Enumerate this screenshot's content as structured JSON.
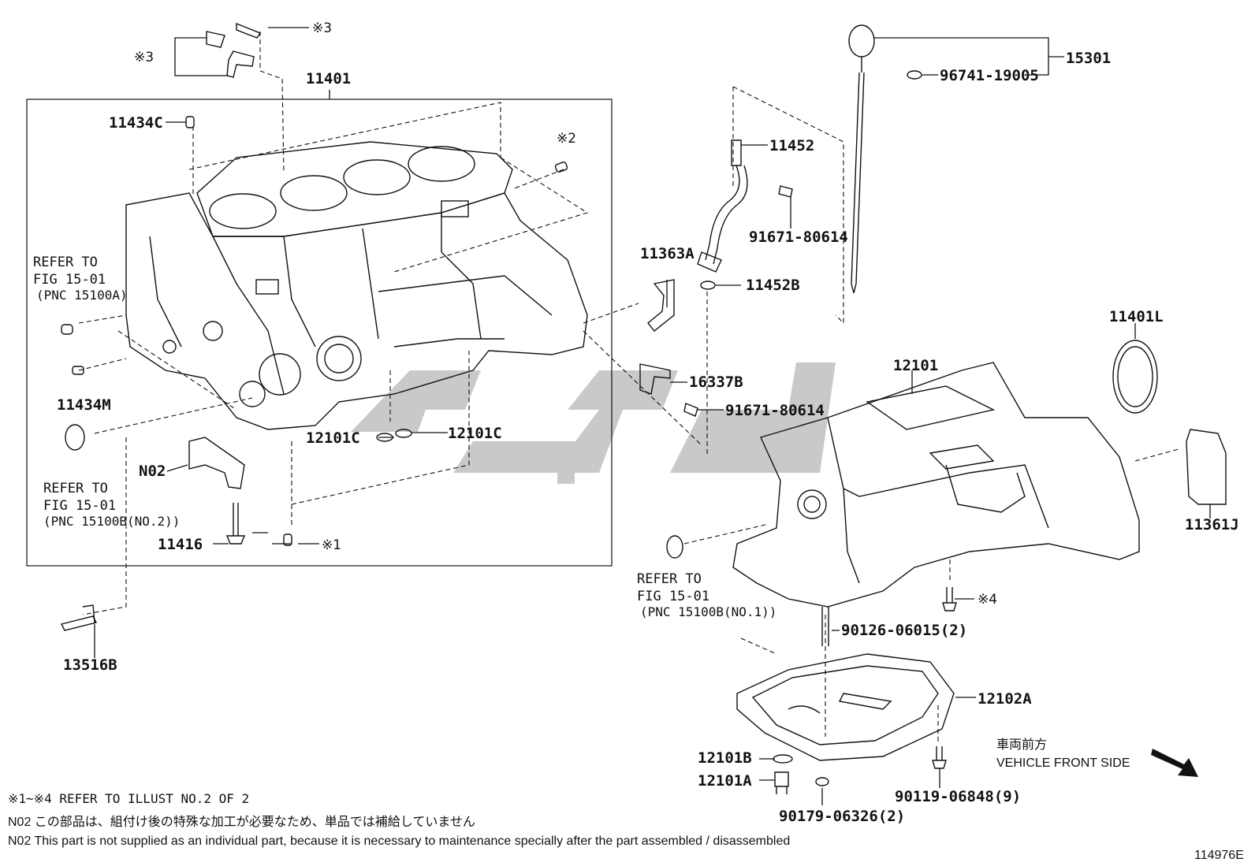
{
  "diagram_id": "114976E",
  "part_labels": {
    "p11401": "11401",
    "p11434C": "11434C",
    "p11434M": "11434M",
    "p11416": "11416",
    "pN02": "N02",
    "p13516B": "13516B",
    "p12101C_a": "12101C",
    "p12101C_b": "12101C",
    "p11363A": "11363A",
    "p11452": "11452",
    "p11452B": "11452B",
    "p91671_a": "91671-80614",
    "p91671_b": "91671-80614",
    "p16337B": "16337B",
    "p15301": "15301",
    "p96741": "96741-19005",
    "p12101": "12101",
    "p11401L": "11401L",
    "p11361J": "11361J",
    "p90126": "90126-06015(2)",
    "p12102A": "12102A",
    "p12101B": "12101B",
    "p12101A": "12101A",
    "p90179": "90179-06326(2)",
    "p90119": "90119-06848(9)"
  },
  "ref_marks": {
    "m1": "※1",
    "m2": "※2",
    "m3a": "※3",
    "m3b": "※3",
    "m4": "※4"
  },
  "fig_refs": {
    "a": {
      "line1": "REFER TO",
      "line2": "FIG 15-01",
      "line3": "(PNC 15100A)"
    },
    "b": {
      "line1": "REFER TO",
      "line2": "FIG 15-01",
      "line3": "(PNC 15100B(NO.2))"
    },
    "c": {
      "line1": "REFER TO",
      "line2": "FIG 15-01",
      "line3": "(PNC 15100B(NO.1))"
    }
  },
  "vehicle_front": {
    "jp": "車両前方",
    "en": "VEHICLE FRONT SIDE"
  },
  "notes": {
    "n1": "※1~※4 REFER TO ILLUST NO.2 OF 2",
    "n2": "N02  この部品は、組付け後の特殊な加工が必要なため、単品では補給していません",
    "n3": "N02  This part is not supplied as an individual part, because it is necessary to maintenance specially after the part assembled / disassembled"
  },
  "colors": {
    "line": "#111111",
    "watermark": "#c9c9c9",
    "background": "#ffffff"
  }
}
